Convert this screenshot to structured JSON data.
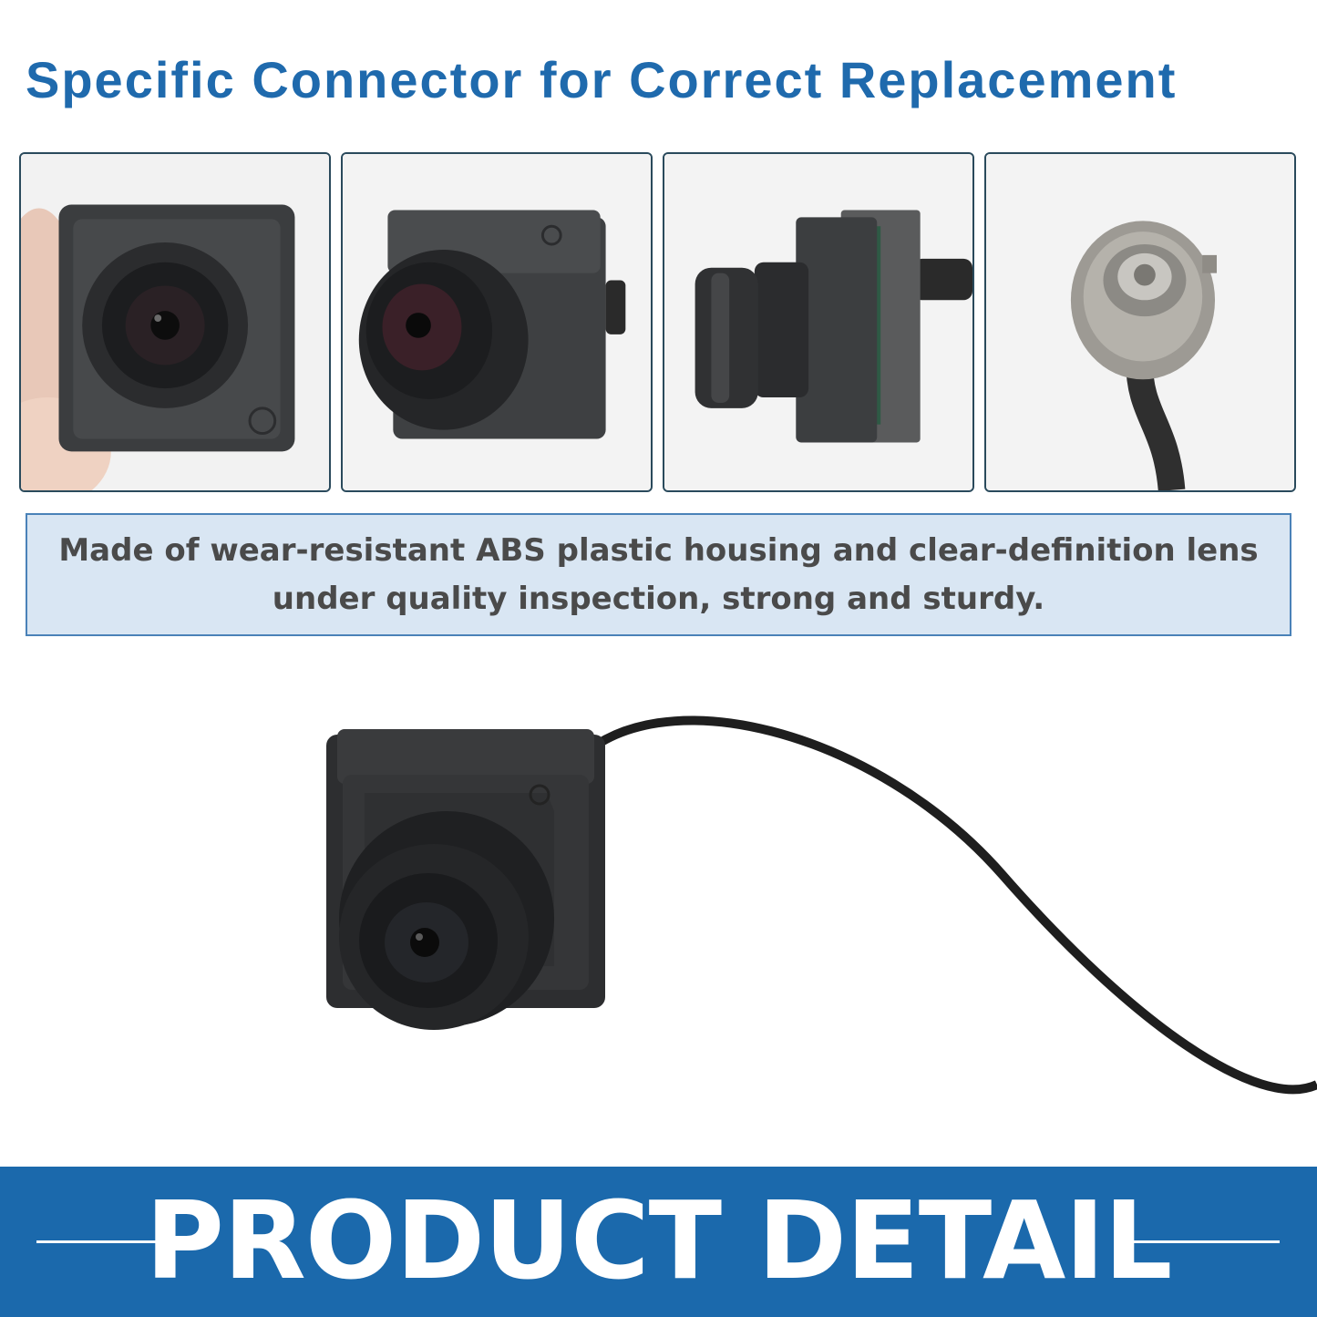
{
  "headline": "Specific Connector for Correct Replacement",
  "gallery": [
    {
      "name": "camera-front-held-photo"
    },
    {
      "name": "camera-angled-photo"
    },
    {
      "name": "camera-side-photo"
    },
    {
      "name": "connector-end-photo"
    }
  ],
  "caption": {
    "line1": "Made of wear-resistant ABS plastic housing and clear-definition lens",
    "line2": "under quality inspection, strong and sturdy."
  },
  "banner": {
    "title": "PRODUCT DETAIL"
  },
  "colors": {
    "headline": "#1f6aad",
    "panel_border": "#2a4a5c",
    "caption_bg": "#d9e6f3",
    "caption_border": "#4a82b8",
    "banner_bg": "#1b69ac"
  }
}
